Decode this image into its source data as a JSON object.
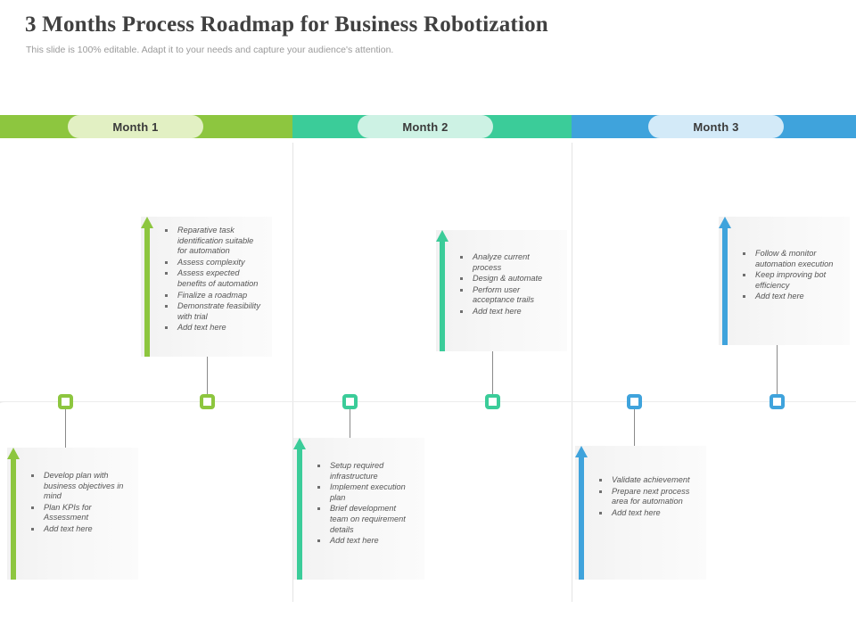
{
  "header": {
    "title": "3 Months Process Roadmap for Business Robotization",
    "subtitle": "This slide is 100% editable. Adapt it to your needs and capture your audience's attention."
  },
  "colors": {
    "month1": "#8DC63F",
    "month1_pill": "#E2F0C3",
    "month2": "#3BCC99",
    "month2_pill": "#CDF2E4",
    "month3": "#3FA3DC",
    "month3_pill": "#D3EAF8",
    "timeline": "#ececec",
    "box_background": "#f4f4f4",
    "text": "#555555"
  },
  "months": [
    {
      "label": "Month 1",
      "color": "#8DC63F"
    },
    {
      "label": "Month 2",
      "color": "#3BCC99"
    },
    {
      "label": "Month 3",
      "color": "#3FA3DC"
    }
  ],
  "milestones": [
    {
      "id": "m1-bottom",
      "month": "Month 1",
      "position": "bottom",
      "accent": "#8DC63F",
      "items": [
        "Develop plan with business objectives in mind",
        "Plan KPIs for Assessment",
        "Add text here"
      ]
    },
    {
      "id": "m1-top",
      "month": "Month 1",
      "position": "top",
      "accent": "#8DC63F",
      "items": [
        "Reparative task identification suitable for automation",
        "Assess complexity",
        "Assess expected benefits of automation",
        "Finalize a roadmap",
        "Demonstrate feasibility with trial",
        "Add text here"
      ]
    },
    {
      "id": "m2-bottom",
      "month": "Month 2",
      "position": "bottom",
      "accent": "#3BCC99",
      "items": [
        "Setup required infrastructure",
        "Implement execution plan",
        "Brief development team on requirement details",
        "Add text here"
      ]
    },
    {
      "id": "m2-top",
      "month": "Month 2",
      "position": "top",
      "accent": "#3BCC99",
      "items": [
        "Analyze current process",
        "Design & automate",
        "Perform user acceptance trails",
        "Add text here"
      ]
    },
    {
      "id": "m3-bottom",
      "month": "Month 3",
      "position": "bottom",
      "accent": "#3FA3DC",
      "items": [
        "Validate achievement",
        "Prepare next process area for automation",
        "Add text here"
      ]
    },
    {
      "id": "m3-top",
      "month": "Month 3",
      "position": "top",
      "accent": "#3FA3DC",
      "items": [
        "Follow & monitor automation execution",
        "Keep improving bot efficiency",
        "Add text here"
      ]
    }
  ]
}
